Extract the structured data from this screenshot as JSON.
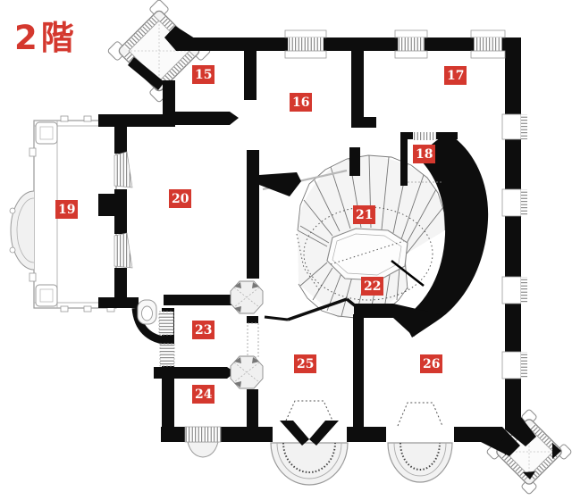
{
  "title": "2階",
  "colors": {
    "accent": "#d4382e"
  },
  "rooms": [
    {
      "number": "15"
    },
    {
      "number": "16"
    },
    {
      "number": "17"
    },
    {
      "number": "18"
    },
    {
      "number": "19"
    },
    {
      "number": "20"
    },
    {
      "number": "21"
    },
    {
      "number": "22"
    },
    {
      "number": "23"
    },
    {
      "number": "24"
    },
    {
      "number": "25"
    },
    {
      "number": "26"
    }
  ]
}
